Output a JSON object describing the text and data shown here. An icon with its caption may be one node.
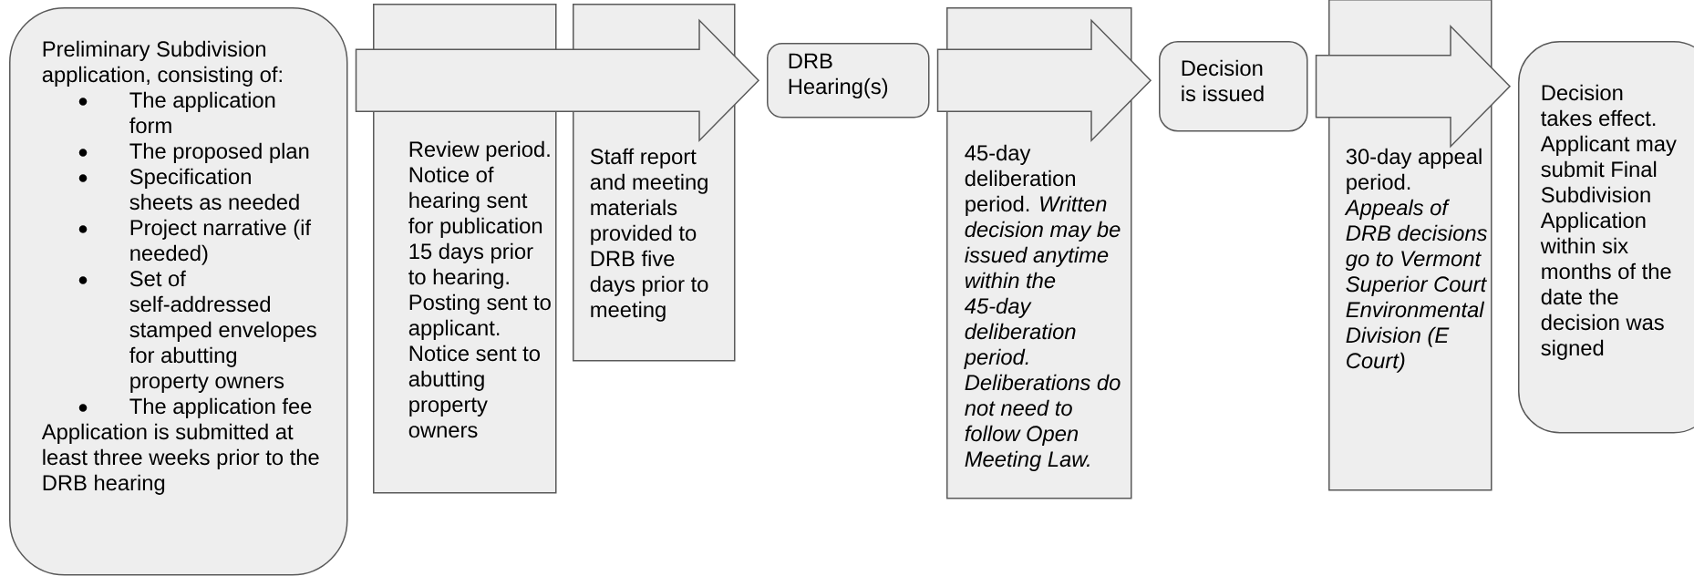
{
  "diagram": {
    "nodes": [
      {
        "text": [
          "Preliminary Subdivision application, consisting of:",
          "The application form",
          "The proposed plan",
          "Specification sheets as needed",
          "Project narrative (if needed)",
          "Set of self-addressed stamped envelopes for abutting property owners",
          "The application fee",
          "Application is submitted at least three weeks prior to the DRB hearing"
        ]
      },
      {
        "text": [
          "Review period. Notice of hearing sent for publication 15 days prior to hearing. Posting sent to applicant. Notice sent to abutting property owners"
        ]
      },
      {
        "text": [
          "Staff report and meeting materials provided to DRB five days prior to meeting"
        ]
      },
      {
        "text": [
          "DRB Hearing(s)"
        ]
      },
      {
        "text": [
          "45-day deliberation period. *Written decision may be issued anytime within the 45-day deliberation period. Deliberations do not need to follow Open Meeting Law.*"
        ]
      },
      {
        "text": [
          "Decision is issued"
        ]
      },
      {
        "text": [
          "30-day appeal period. *Appeals of DRB decisions go to Vermont Superior Court Environmental Division (E Court)*"
        ]
      },
      {
        "text": [
          "Decision takes effect. Applicant may submit Final Subdivision Application within six months of the date the decision was signed"
        ]
      }
    ],
    "edges": [
      {
        "from": 0,
        "to": 3,
        "arrow": "to",
        "style": "thick"
      },
      {
        "from": 3,
        "to": 5,
        "arrow": "to",
        "style": "thick"
      },
      {
        "from": 5,
        "to": 7,
        "arrow": "to",
        "style": "thick"
      }
    ]
  }
}
